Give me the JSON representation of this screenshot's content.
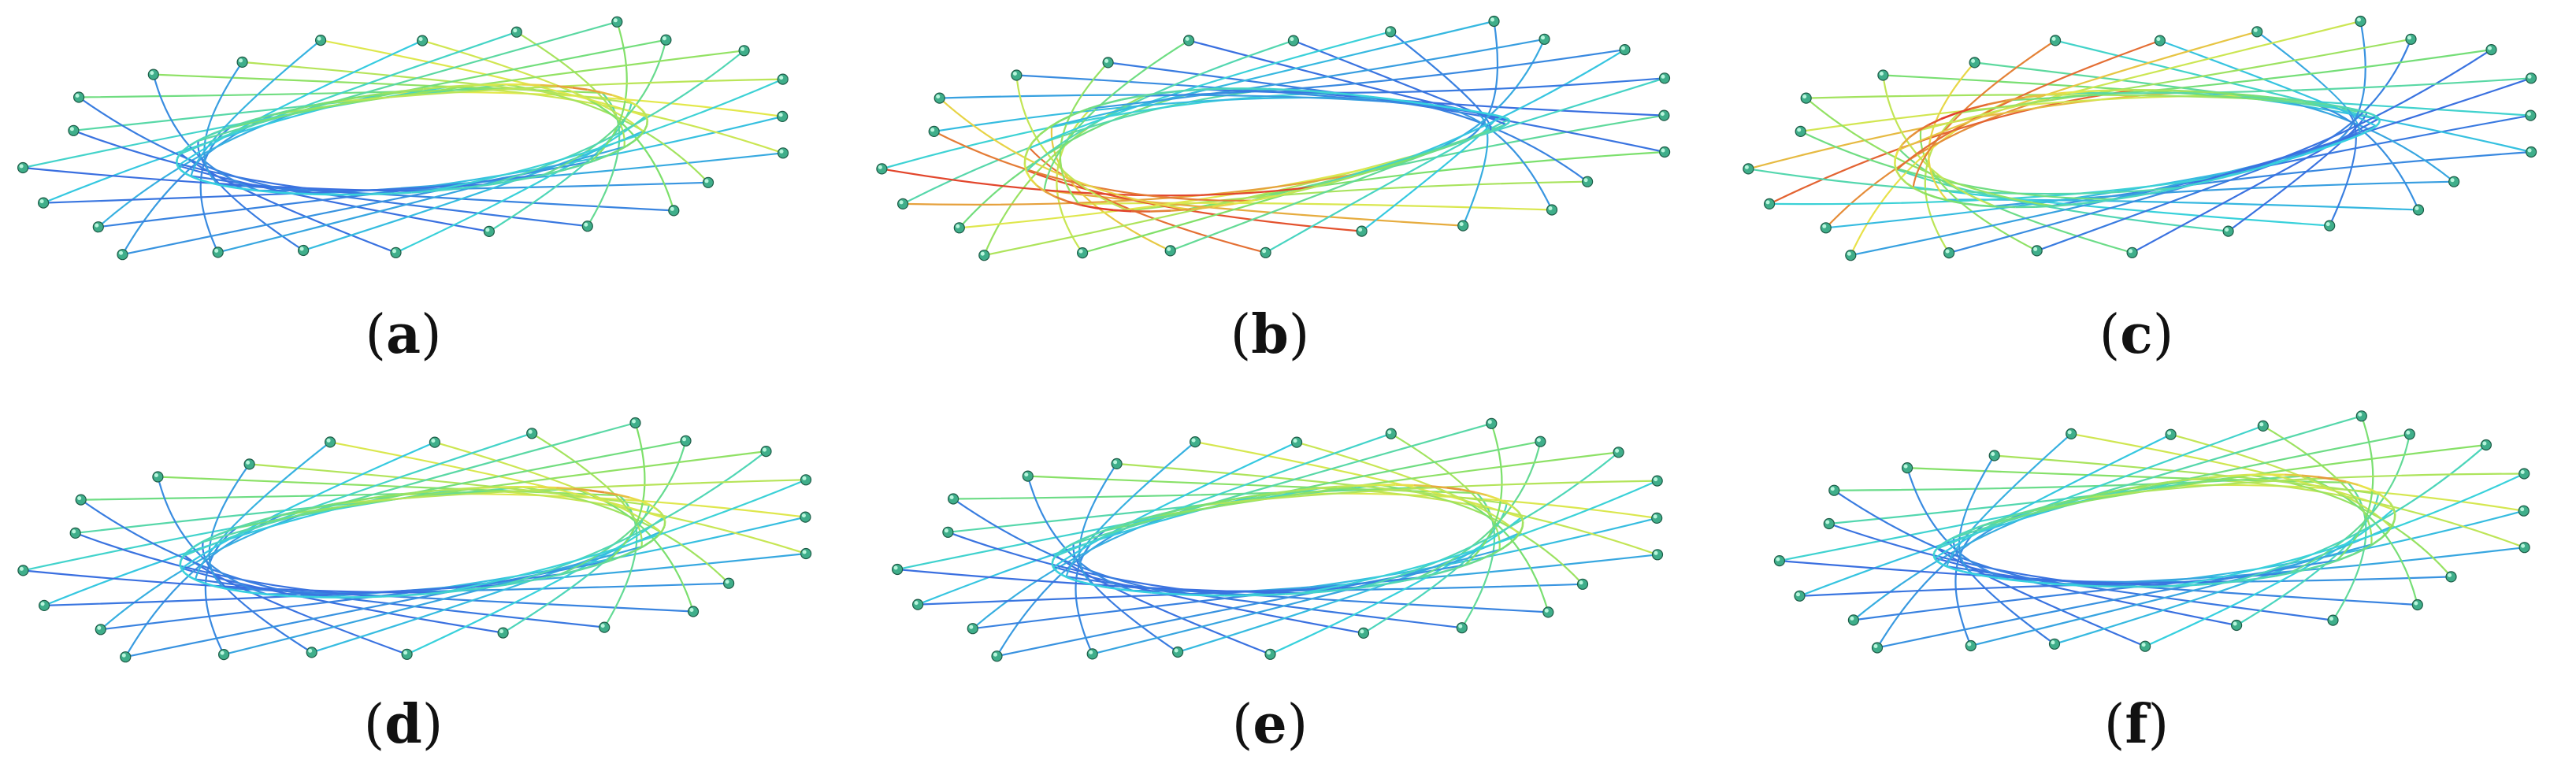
{
  "figure": {
    "panels": [
      {
        "id": "a",
        "label": "a",
        "twist": 0.1,
        "hotspot": 0.12,
        "hot_side": "right-top",
        "cable_colors": [
          "#3a6fe0",
          "#35d0e0",
          "#7ee06a",
          "#e8e84a",
          "#e23a2a"
        ]
      },
      {
        "id": "b",
        "label": "b",
        "twist": -0.55,
        "hotspot": 0.62,
        "hot_side": "left-bottom",
        "cable_colors": [
          "#3a6fe0",
          "#35d0e0",
          "#7ee06a",
          "#e8e84a",
          "#e23a2a"
        ]
      },
      {
        "id": "c",
        "label": "c",
        "twist": -0.4,
        "hotspot": 0.55,
        "hot_side": "left-top",
        "cable_colors": [
          "#3a6fe0",
          "#35d0e0",
          "#7ee06a",
          "#e8e84a",
          "#e23a2a"
        ]
      },
      {
        "id": "d",
        "label": "d",
        "twist": 0.05,
        "hotspot": 0.1,
        "hot_side": "right-top",
        "cable_colors": [
          "#3a6fe0",
          "#35d0e0",
          "#7ee06a",
          "#e8e84a",
          "#e23a2a"
        ]
      },
      {
        "id": "e",
        "label": "e",
        "twist": 0.15,
        "hotspot": 0.08,
        "hot_side": "right-top",
        "cable_colors": [
          "#3a6fe0",
          "#35d0e0",
          "#7ee06a",
          "#e8e84a",
          "#e23a2a"
        ]
      },
      {
        "id": "f",
        "label": "f",
        "twist": 0.25,
        "hotspot": 0.05,
        "hot_side": "right-top",
        "cable_colors": [
          "#3a6fe0",
          "#35d0e0",
          "#7ee06a",
          "#e8e84a",
          "#e23a2a"
        ]
      }
    ],
    "node_count": 24,
    "node_color": "#3fae8a",
    "node_highlight": "#b8f5dc"
  }
}
